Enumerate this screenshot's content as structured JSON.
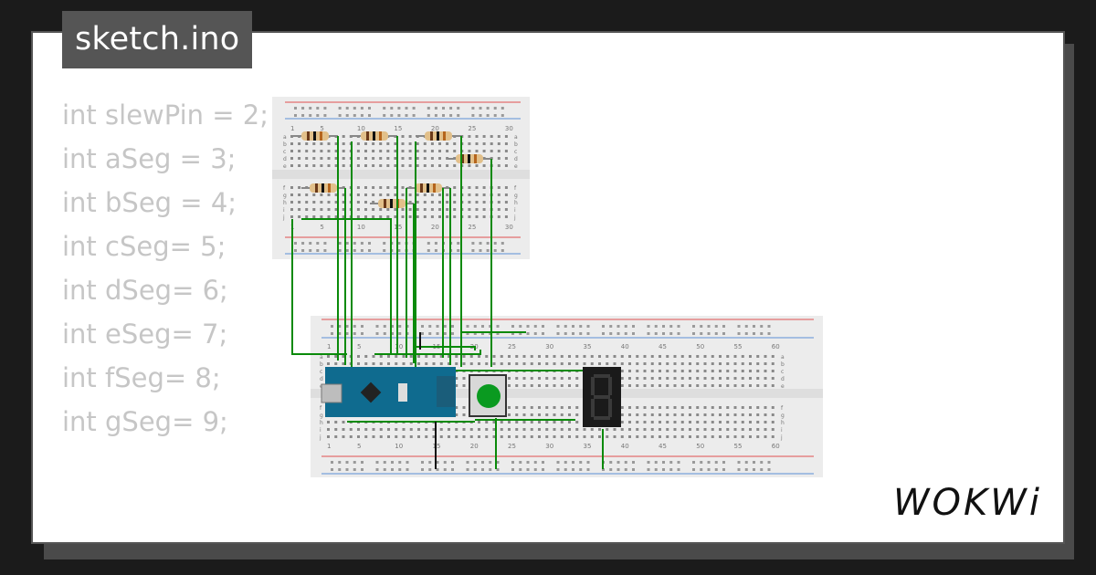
{
  "tab": {
    "filename": "sketch.ino"
  },
  "code": {
    "lines": [
      "int slewPin = 2;",
      "int aSeg = 3;",
      "int bSeg = 4;",
      "int cSeg= 5;",
      "int dSeg= 6;",
      "int eSeg= 7;",
      "int fSeg= 8;",
      "int gSeg= 9;"
    ]
  },
  "breadboard_small": {
    "col_numbers": [
      "1",
      "5",
      "10",
      "15",
      "20",
      "25",
      "30"
    ],
    "row_letters_top": [
      "a",
      "b",
      "c",
      "d",
      "e"
    ],
    "row_letters_bottom": [
      "f",
      "g",
      "h",
      "i",
      "j"
    ]
  },
  "breadboard_large": {
    "col_numbers": [
      "1",
      "5",
      "10",
      "15",
      "20",
      "25",
      "30",
      "35",
      "40",
      "45",
      "50",
      "55",
      "60"
    ],
    "row_letters_top": [
      "a",
      "b",
      "c",
      "d",
      "e"
    ],
    "row_letters_bottom": [
      "f",
      "g",
      "h",
      "i",
      "j"
    ]
  },
  "logo": {
    "text": "WOKWi"
  },
  "colors": {
    "background": "#1b1b1b",
    "card": "#ffffff",
    "tab": "#555555",
    "code_text": "#c6c6c6",
    "wire": "#0a8a0a",
    "wire_dark": "#111111",
    "board": "#0f6b8f",
    "button": "#0a9a20",
    "display": "#1a1a1a",
    "rail_red": "#e05050",
    "rail_blue": "#5b8fd6"
  }
}
